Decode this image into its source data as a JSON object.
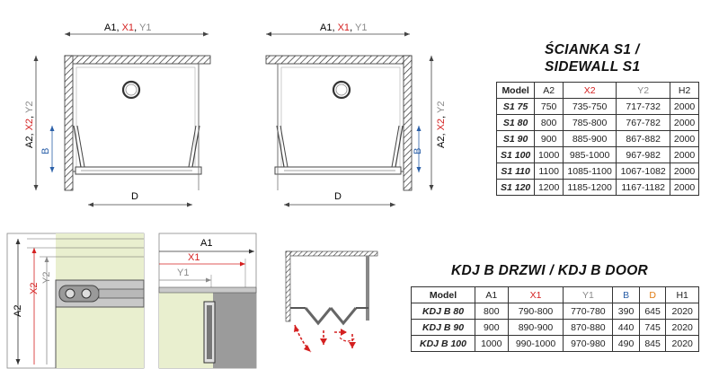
{
  "diagram_left": {
    "top_label": {
      "a": "A1",
      "x": "X1",
      "y": "Y1"
    },
    "side_label": {
      "a": "A2",
      "x": "X2",
      "y": "Y2"
    },
    "b_label": "B",
    "d_label": "D"
  },
  "diagram_right": {
    "top_label": {
      "a": "A1",
      "x": "X1",
      "y": "Y1"
    },
    "side_label": {
      "a": "A2",
      "x": "X2",
      "y": "Y2"
    },
    "b_label": "B",
    "d_label": "D"
  },
  "detail_left": {
    "a": "A2",
    "x": "X2",
    "y": "Y2"
  },
  "detail_mid": {
    "a": "A1",
    "x": "X1",
    "y": "Y1"
  },
  "sidewall": {
    "title_line1": "ŚCIANKA S1 /",
    "title_line2": "SIDEWALL S1",
    "headers": [
      "Model",
      "A2",
      "X2",
      "Y2",
      "H2"
    ],
    "rows": [
      [
        "S1 75",
        "750",
        "735-750",
        "717-732",
        "2000"
      ],
      [
        "S1 80",
        "800",
        "785-800",
        "767-782",
        "2000"
      ],
      [
        "S1 90",
        "900",
        "885-900",
        "867-882",
        "2000"
      ],
      [
        "S1 100",
        "1000",
        "985-1000",
        "967-982",
        "2000"
      ],
      [
        "S1 110",
        "1100",
        "1085-1100",
        "1067-1082",
        "2000"
      ],
      [
        "S1 120",
        "1200",
        "1185-1200",
        "1167-1182",
        "2000"
      ]
    ]
  },
  "door": {
    "title": "KDJ B DRZWI / KDJ B DOOR",
    "headers": [
      "Model",
      "A1",
      "X1",
      "Y1",
      "B",
      "D",
      "H1"
    ],
    "rows": [
      [
        "KDJ B 80",
        "800",
        "790-800",
        "770-780",
        "390",
        "645",
        "2020"
      ],
      [
        "KDJ B 90",
        "900",
        "890-900",
        "870-880",
        "440",
        "745",
        "2020"
      ],
      [
        "KDJ B 100",
        "1000",
        "990-1000",
        "970-980",
        "490",
        "845",
        "2020"
      ]
    ]
  },
  "colors": {
    "red": "#d42020",
    "blue": "#2a5fa8",
    "gray": "#8a8a8a",
    "orange": "#e07a10"
  }
}
